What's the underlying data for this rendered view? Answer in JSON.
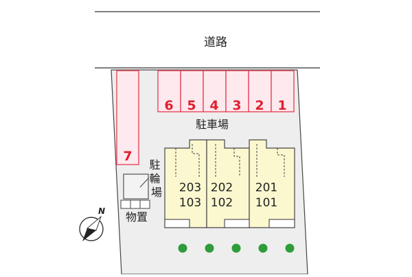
{
  "road_label": "道路",
  "parking_label": "駐車場",
  "bicycle_parking_label": "駐輪場",
  "storage_label": "物置",
  "compass_label": "N",
  "parking_spaces": [
    "1",
    "2",
    "3",
    "4",
    "5",
    "6",
    "7"
  ],
  "units_upper": [
    "201",
    "202",
    "203"
  ],
  "units_lower": [
    "101",
    "102",
    "103"
  ],
  "colors": {
    "parking_fill": "#fde9ee",
    "parking_stroke": "#e83a4f",
    "parking_number": "#e0202f",
    "lot": "#eeeeee",
    "building": "#fbf8cf",
    "tree": "#2e9c3a"
  }
}
